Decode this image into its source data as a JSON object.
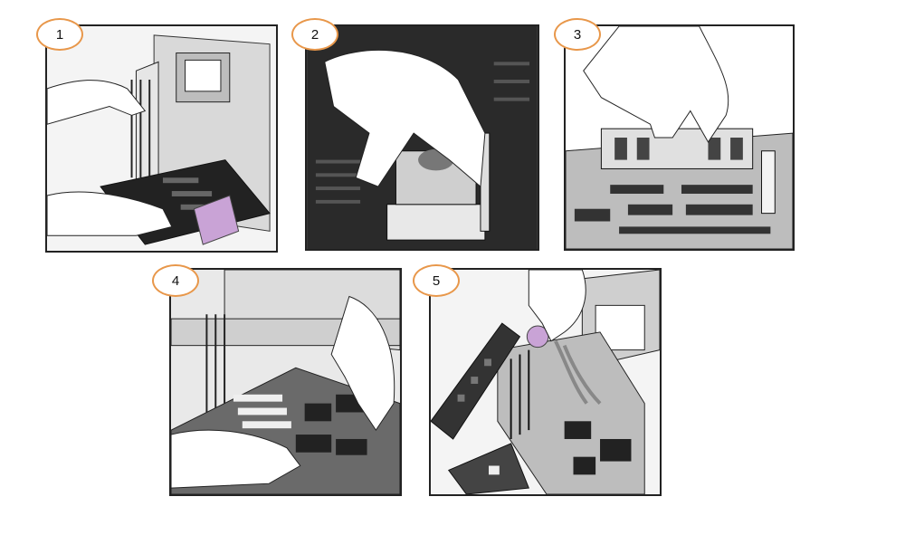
{
  "steps": [
    {
      "number": "1"
    },
    {
      "number": "2"
    },
    {
      "number": "3"
    },
    {
      "number": "4"
    },
    {
      "number": "5"
    }
  ],
  "colors": {
    "badge_border": "#e8974a",
    "panel_border": "#222222",
    "highlight": "#c9a3d6"
  },
  "icons": [
    "hand-icon",
    "motherboard-icon",
    "cpu-icon",
    "ram-module-icon",
    "power-connector-icon"
  ]
}
